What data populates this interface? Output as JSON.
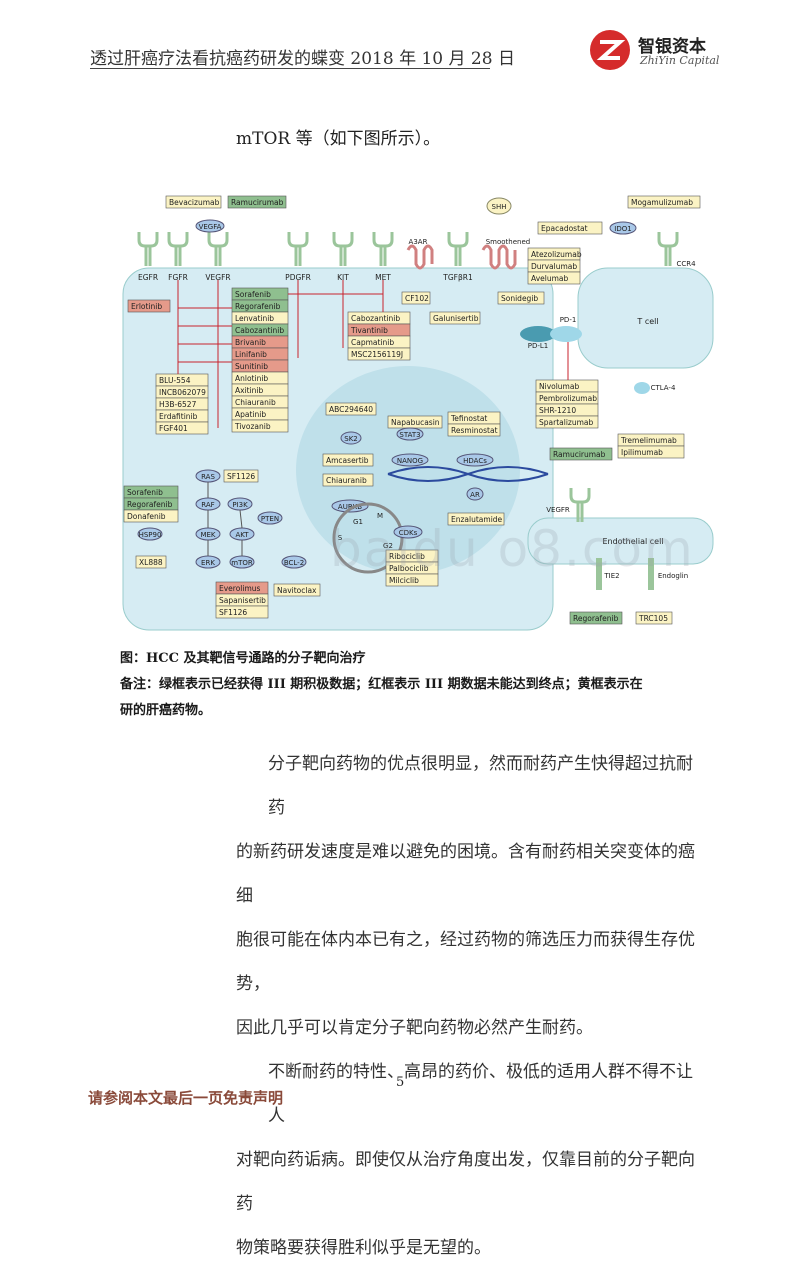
{
  "header": {
    "title": "透过肝癌疗法看抗癌药研发的蝶变   2018 年 10 月 28 日",
    "logo_cn": "智银资本",
    "logo_en": "ZhiYin Capital"
  },
  "intro_text": "mTOR 等（如下图所示）。",
  "figure": {
    "receptors": [
      "EGFR",
      "FGFR",
      "VEGFR",
      "PDGFR",
      "KIT",
      "MET",
      "A3AR",
      "TGFβR1",
      "Smoothened",
      "CCR4"
    ],
    "top_drugs": [
      "Bevacizumab",
      "Ramucirumab",
      "VEGFA",
      "SHH",
      "Mogamulizumab",
      "Epacadostat",
      "IDO1"
    ],
    "egfr_drug": "Erlotinib",
    "multi_kinase": [
      "Sorafenib",
      "Regorafenib",
      "Lenvatinib",
      "Cabozantinib",
      "Brivanib",
      "Linifanib",
      "Sunitinib",
      "Anlotinib",
      "Axitinib",
      "Chiauranib",
      "Apatinib",
      "Tivozanib"
    ],
    "fgfr_drugs": [
      "BLU-554",
      "INCB062079",
      "H3B-6527",
      "Erdafitinib",
      "FGF401"
    ],
    "met_drugs": [
      "Cabozantinib",
      "Tivantinib",
      "Capmatinib",
      "MSC2156119J"
    ],
    "a3ar_drug": "CF102",
    "tgf_drug": "Galunisertib",
    "smo_drug": "Sonidegib",
    "pd_drugs": [
      "Atezolizumab",
      "Durvalumab",
      "Avelumab"
    ],
    "pd1_drugs": [
      "Nivolumab",
      "Pembrolizumab",
      "SHR-1210",
      "Spartalizumab"
    ],
    "ctla4_drugs": [
      "Tremelimumab",
      "Ipilimumab"
    ],
    "immune_labels": [
      "PD-1",
      "PD-L1",
      "T cell",
      "CTLA-4"
    ],
    "nucleus": [
      "ABC294640",
      "SK2",
      "Napabucasin",
      "STAT3",
      "Tefinostat",
      "Resminostat",
      "Amcasertib",
      "NANOG",
      "HDACs",
      "Chiauranib",
      "AR",
      "Enzalutamide",
      "AURKB",
      "CDKs",
      "G1",
      "M",
      "S",
      "G2"
    ],
    "cdk_drugs": [
      "Ribociclib",
      "Palbociclib",
      "Milciclib"
    ],
    "pathway": [
      "RAS",
      "RAF",
      "MEK",
      "ERK",
      "SF1126",
      "PI3K",
      "PTEN",
      "AKT",
      "mTOR",
      "BCL-2",
      "HSP90"
    ],
    "raf_drugs": [
      "Sorafenib",
      "Regorafenib",
      "Donafenib"
    ],
    "hsp_drug": "XL888",
    "mtor_drugs": [
      "Everolimus",
      "Sapanisertib",
      "SF1126"
    ],
    "bcl_drug": "Navitoclax",
    "endo": [
      "Ramucirumab",
      "VEGFR",
      "Endothelial cell",
      "TIE2",
      "Endoglin",
      "Regorafenib",
      "TRC105"
    ],
    "watermark": "baidu o8.com",
    "colors": {
      "green": "#8fbf8f",
      "red": "#e59a8a",
      "yellow": "#fbf3c4",
      "cell": "#d6ecf3",
      "receptor": "#9bc59b",
      "line": "#c8232c"
    }
  },
  "caption": {
    "line1": "图：HCC 及其靶信号通路的分子靶向治疗",
    "line2": "备注：绿框表示已经获得 III 期积极数据；红框表示 III 期数据未能达到终点；黄框表示在",
    "line3": "研的肝癌药物。"
  },
  "body": {
    "p1_l1": "分子靶向药物的优点很明显，然而耐药产生快得超过抗耐药",
    "p1_l2": "的新药研发速度是难以避免的困境。含有耐药相关突变体的癌细",
    "p1_l3": "胞很可能在体内本已有之，经过药物的筛选压力而获得生存优势，",
    "p1_l4": "因此几乎可以肯定分子靶向药物必然产生耐药。",
    "p2_l1": "不断耐药的特性、高昂的药价、极低的适用人群不得不让人",
    "p2_l2": "对靶向药诟病。即使仅从治疗角度出发，仅靠目前的分子靶向药",
    "p2_l3": "物策略要获得胜利似乎是无望的。"
  },
  "page_number": "5",
  "footer": "请参阅本文最后一页免责声明"
}
